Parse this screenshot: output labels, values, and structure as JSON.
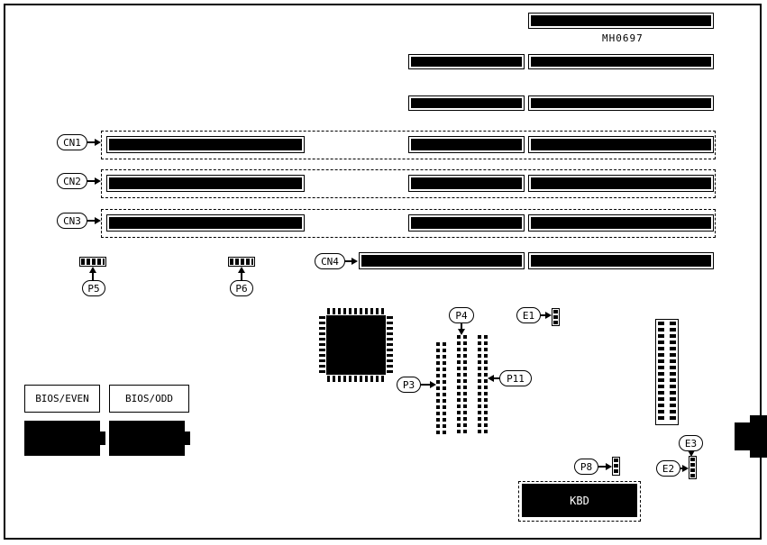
{
  "board": {
    "part_number": "MH0697",
    "labels": {
      "cn1": "CN1",
      "cn2": "CN2",
      "cn3": "CN3",
      "cn4": "CN4",
      "p3": "P3",
      "p4": "P4",
      "p5": "P5",
      "p6": "P6",
      "p8": "P8",
      "p11": "P11",
      "e1": "E1",
      "e2": "E2",
      "e3": "E3",
      "bios_even": "BIOS/EVEN",
      "bios_odd": "BIOS/ODD",
      "kbd": "KBD"
    },
    "colors": {
      "ink": "#000000",
      "paper": "#ffffff"
    }
  }
}
